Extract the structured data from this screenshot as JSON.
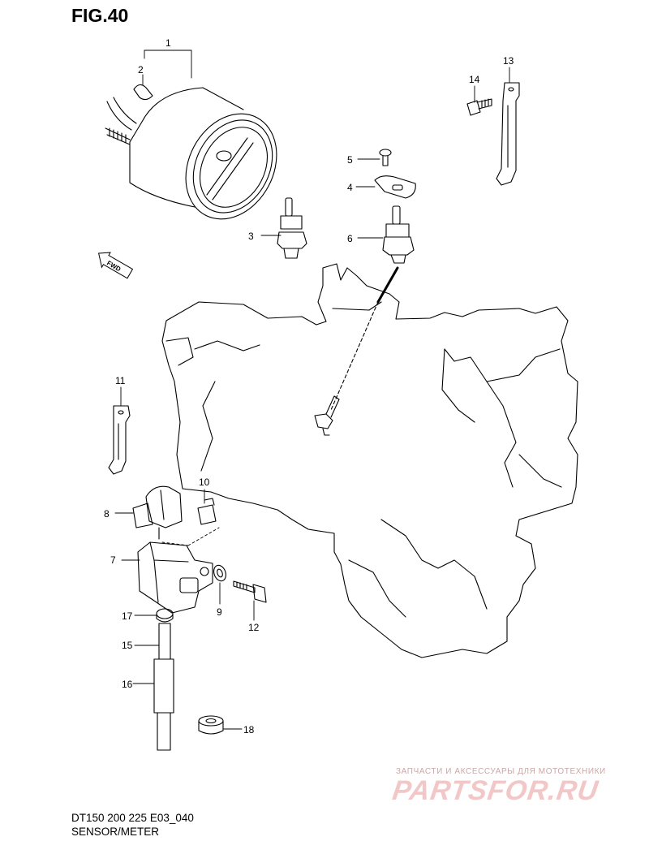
{
  "figure": {
    "title": "FIG.40",
    "model": "DT150 200 225 E03_040",
    "caption": "SENSOR/METER"
  },
  "direction_badge": "FWD",
  "callouts": [
    "1",
    "2",
    "3",
    "4",
    "5",
    "6",
    "7",
    "8",
    "9",
    "10",
    "11",
    "12",
    "13",
    "14",
    "15",
    "16",
    "17",
    "18"
  ],
  "watermark": {
    "tagline": "ЗАПЧАСТИ И АКСЕССУАРЫ ДЛЯ МОТОТЕХНИКИ",
    "logo": "PARTSFOR.RU"
  }
}
